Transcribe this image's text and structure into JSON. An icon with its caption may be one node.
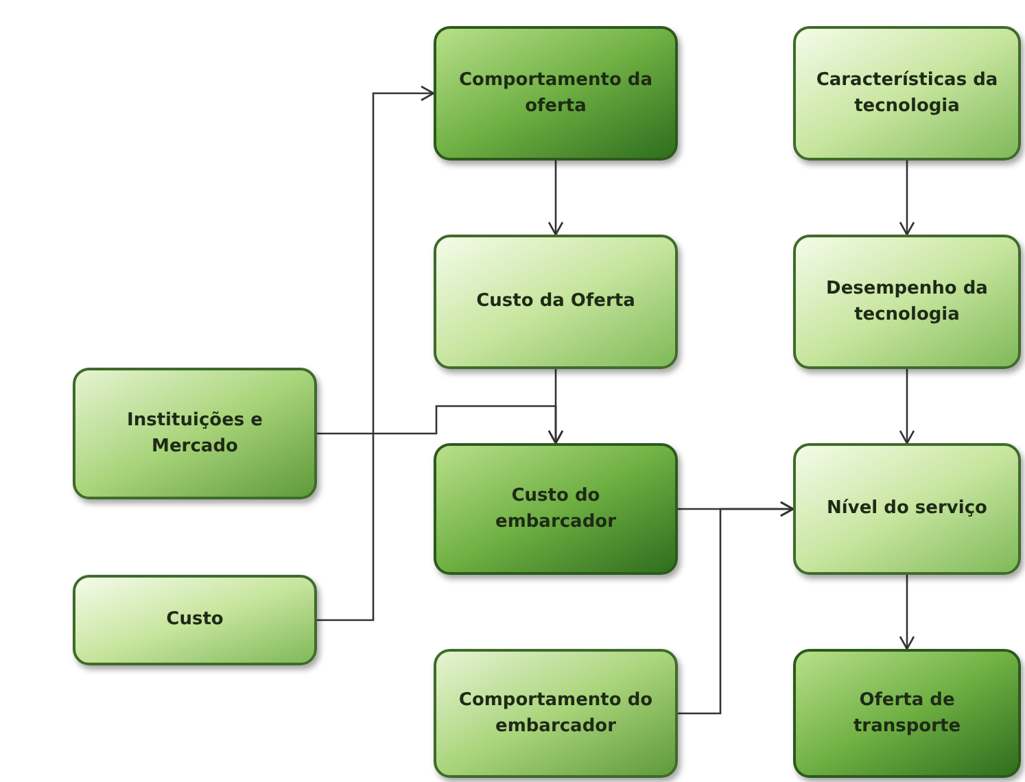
{
  "diagram": {
    "nodes": [
      {
        "text": [
          "Comportamento da oferta"
        ]
      },
      {
        "text": [
          "Características da tecnologia"
        ]
      },
      {
        "text": [
          "Custo da Oferta"
        ]
      },
      {
        "text": [
          "Desempenho da tecnologia"
        ]
      },
      {
        "text": [
          "Instituições e Mercado"
        ]
      },
      {
        "text": [
          "Custo do embarcador"
        ]
      },
      {
        "text": [
          "Nível do serviço"
        ]
      },
      {
        "text": [
          "Custo"
        ]
      },
      {
        "text": [
          "Comportamento do embarcador"
        ]
      },
      {
        "text": [
          "Oferta de transporte"
        ]
      }
    ],
    "edges": [
      {
        "from": 0,
        "to": 2,
        "arrow": "to"
      },
      {
        "from": 2,
        "to": 5,
        "arrow": "to"
      },
      {
        "from": 1,
        "to": 3,
        "arrow": "to"
      },
      {
        "from": 3,
        "to": 6,
        "arrow": "to"
      },
      {
        "from": 6,
        "to": 9,
        "arrow": "to"
      },
      {
        "from": 5,
        "to": 6,
        "arrow": "to"
      },
      {
        "from": 8,
        "to": 6,
        "arrow": "to"
      },
      {
        "from": 4,
        "to": 5,
        "arrow": "to"
      },
      {
        "from": 7,
        "to": 0,
        "arrow": "to"
      }
    ]
  }
}
